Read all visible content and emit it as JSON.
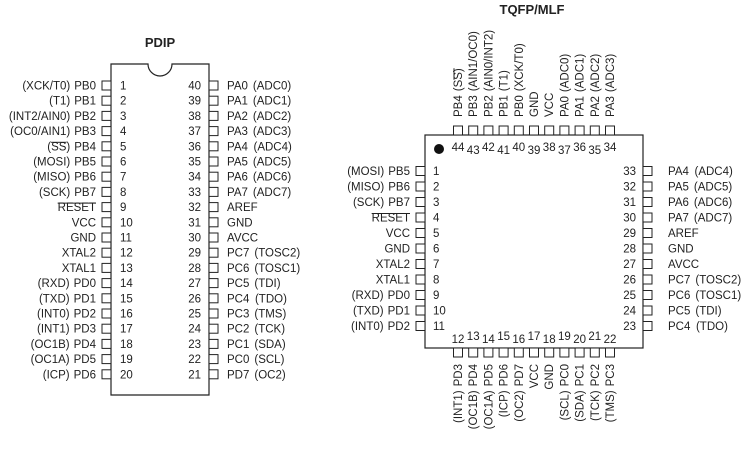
{
  "pdip": {
    "title": "PDIP",
    "left": [
      {
        "num": "1",
        "name": "PB0",
        "alt": "(XCK/T0)"
      },
      {
        "num": "2",
        "name": "PB1",
        "alt": "(T1)"
      },
      {
        "num": "3",
        "name": "PB2",
        "alt": "(INT2/AIN0)"
      },
      {
        "num": "4",
        "name": "PB3",
        "alt": "(OC0/AIN1)"
      },
      {
        "num": "5",
        "name": "PB4",
        "alt": "(SS)",
        "alt_overline": "SS"
      },
      {
        "num": "6",
        "name": "PB5",
        "alt": "(MOSI)"
      },
      {
        "num": "7",
        "name": "PB6",
        "alt": "(MISO)"
      },
      {
        "num": "8",
        "name": "PB7",
        "alt": "(SCK)"
      },
      {
        "num": "9",
        "name": "RESET",
        "alt": "",
        "overline": true
      },
      {
        "num": "10",
        "name": "VCC",
        "alt": ""
      },
      {
        "num": "11",
        "name": "GND",
        "alt": ""
      },
      {
        "num": "12",
        "name": "XTAL2",
        "alt": ""
      },
      {
        "num": "13",
        "name": "XTAL1",
        "alt": ""
      },
      {
        "num": "14",
        "name": "PD0",
        "alt": "(RXD)"
      },
      {
        "num": "15",
        "name": "PD1",
        "alt": "(TXD)"
      },
      {
        "num": "16",
        "name": "PD2",
        "alt": "(INT0)"
      },
      {
        "num": "17",
        "name": "PD3",
        "alt": "(INT1)"
      },
      {
        "num": "18",
        "name": "PD4",
        "alt": "(OC1B)"
      },
      {
        "num": "19",
        "name": "PD5",
        "alt": "(OC1A)"
      },
      {
        "num": "20",
        "name": "PD6",
        "alt": "(ICP)"
      }
    ],
    "right": [
      {
        "num": "40",
        "name": "PA0",
        "alt": "(ADC0)"
      },
      {
        "num": "39",
        "name": "PA1",
        "alt": "(ADC1)"
      },
      {
        "num": "38",
        "name": "PA2",
        "alt": "(ADC2)"
      },
      {
        "num": "37",
        "name": "PA3",
        "alt": "(ADC3)"
      },
      {
        "num": "36",
        "name": "PA4",
        "alt": "(ADC4)"
      },
      {
        "num": "35",
        "name": "PA5",
        "alt": "(ADC5)"
      },
      {
        "num": "34",
        "name": "PA6",
        "alt": "(ADC6)"
      },
      {
        "num": "33",
        "name": "PA7",
        "alt": "(ADC7)"
      },
      {
        "num": "32",
        "name": "AREF",
        "alt": ""
      },
      {
        "num": "31",
        "name": "GND",
        "alt": ""
      },
      {
        "num": "30",
        "name": "AVCC",
        "alt": ""
      },
      {
        "num": "29",
        "name": "PC7",
        "alt": "(TOSC2)"
      },
      {
        "num": "28",
        "name": "PC6",
        "alt": "(TOSC1)"
      },
      {
        "num": "27",
        "name": "PC5",
        "alt": "(TDI)"
      },
      {
        "num": "26",
        "name": "PC4",
        "alt": "(TDO)"
      },
      {
        "num": "25",
        "name": "PC3",
        "alt": "(TMS)"
      },
      {
        "num": "24",
        "name": "PC2",
        "alt": "(TCK)"
      },
      {
        "num": "23",
        "name": "PC1",
        "alt": "(SDA)"
      },
      {
        "num": "22",
        "name": "PC0",
        "alt": "(SCL)"
      },
      {
        "num": "21",
        "name": "PD7",
        "alt": "(OC2)"
      }
    ]
  },
  "tqfp": {
    "title": "TQFP/MLF",
    "top": [
      {
        "num": "44",
        "name": "PB4",
        "alt": "(SS)",
        "alt_overline": "SS"
      },
      {
        "num": "43",
        "name": "PB3",
        "alt": "(AIN1/OC0)"
      },
      {
        "num": "42",
        "name": "PB2",
        "alt": "(AIN0/INT2)"
      },
      {
        "num": "41",
        "name": "PB1",
        "alt": "(T1)"
      },
      {
        "num": "40",
        "name": "PB0",
        "alt": "(XCK/T0)"
      },
      {
        "num": "39",
        "name": "GND",
        "alt": ""
      },
      {
        "num": "38",
        "name": "VCC",
        "alt": ""
      },
      {
        "num": "37",
        "name": "PA0",
        "alt": "(ADC0)"
      },
      {
        "num": "36",
        "name": "PA1",
        "alt": "(ADC1)"
      },
      {
        "num": "35",
        "name": "PA2",
        "alt": "(ADC2)"
      },
      {
        "num": "34",
        "name": "PA3",
        "alt": "(ADC3)"
      }
    ],
    "left": [
      {
        "num": "1",
        "name": "PB5",
        "alt": "(MOSI)"
      },
      {
        "num": "2",
        "name": "PB6",
        "alt": "(MISO)"
      },
      {
        "num": "3",
        "name": "PB7",
        "alt": "(SCK)"
      },
      {
        "num": "4",
        "name": "RESET",
        "alt": "",
        "overline": true
      },
      {
        "num": "5",
        "name": "VCC",
        "alt": ""
      },
      {
        "num": "6",
        "name": "GND",
        "alt": ""
      },
      {
        "num": "7",
        "name": "XTAL2",
        "alt": ""
      },
      {
        "num": "8",
        "name": "XTAL1",
        "alt": ""
      },
      {
        "num": "9",
        "name": "PD0",
        "alt": "(RXD)"
      },
      {
        "num": "10",
        "name": "PD1",
        "alt": "(TXD)"
      },
      {
        "num": "11",
        "name": "PD2",
        "alt": "(INT0)"
      }
    ],
    "right": [
      {
        "num": "33",
        "name": "PA4",
        "alt": "(ADC4)"
      },
      {
        "num": "32",
        "name": "PA5",
        "alt": "(ADC5)"
      },
      {
        "num": "31",
        "name": "PA6",
        "alt": "(ADC6)"
      },
      {
        "num": "30",
        "name": "PA7",
        "alt": "(ADC7)"
      },
      {
        "num": "29",
        "name": "AREF",
        "alt": ""
      },
      {
        "num": "28",
        "name": "GND",
        "alt": ""
      },
      {
        "num": "27",
        "name": "AVCC",
        "alt": ""
      },
      {
        "num": "26",
        "name": "PC7",
        "alt": "(TOSC2)"
      },
      {
        "num": "25",
        "name": "PC6",
        "alt": "(TOSC1)"
      },
      {
        "num": "24",
        "name": "PC5",
        "alt": "(TDI)"
      },
      {
        "num": "23",
        "name": "PC4",
        "alt": "(TDO)"
      }
    ],
    "bottom": [
      {
        "num": "12",
        "name": "PD3",
        "alt": "(INT1)"
      },
      {
        "num": "13",
        "name": "PD4",
        "alt": "(OC1B)"
      },
      {
        "num": "14",
        "name": "PD5",
        "alt": "(OC1A)"
      },
      {
        "num": "15",
        "name": "PD6",
        "alt": "(ICP)"
      },
      {
        "num": "16",
        "name": "PD7",
        "alt": "(OC2)"
      },
      {
        "num": "17",
        "name": "VCC",
        "alt": ""
      },
      {
        "num": "18",
        "name": "GND",
        "alt": ""
      },
      {
        "num": "19",
        "name": "PC0",
        "alt": "(SCL)"
      },
      {
        "num": "20",
        "name": "PC1",
        "alt": "(SDA)"
      },
      {
        "num": "21",
        "name": "PC2",
        "alt": "(TCK)"
      },
      {
        "num": "22",
        "name": "PC3",
        "alt": "(TMS)"
      }
    ]
  }
}
